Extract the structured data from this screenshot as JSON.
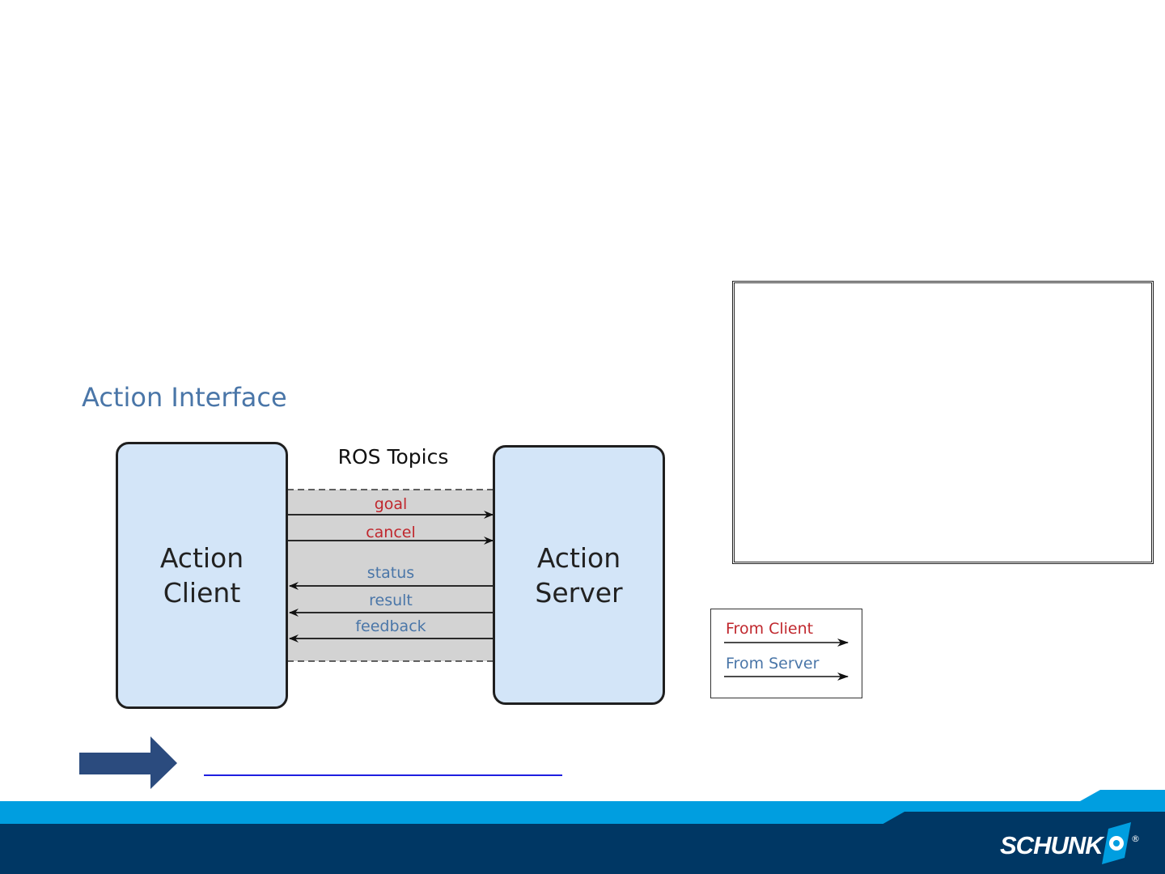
{
  "diagram": {
    "title": "Action Interface",
    "channel_label": "ROS Topics",
    "client_node": "Action\nClient",
    "server_node": "Action\nServer",
    "topics_from_client": [
      "goal",
      "cancel"
    ],
    "topics_from_server": [
      "status",
      "result",
      "feedback"
    ]
  },
  "legend": {
    "from_client": "From Client",
    "from_server": "From Server"
  },
  "colors": {
    "client_topic": "#c0272d",
    "server_topic": "#4a76a8",
    "node_fill": "#d3e5f8",
    "channel_fill": "#d3d3d3",
    "footer_light": "#009ee0",
    "footer_dark": "#003764",
    "next_arrow": "#2b4b7e"
  },
  "icons": {
    "next": "right-arrow-icon",
    "logo": "schunk-logo-icon"
  },
  "footer": {
    "brand": "SCHUNK",
    "registered": "®"
  }
}
